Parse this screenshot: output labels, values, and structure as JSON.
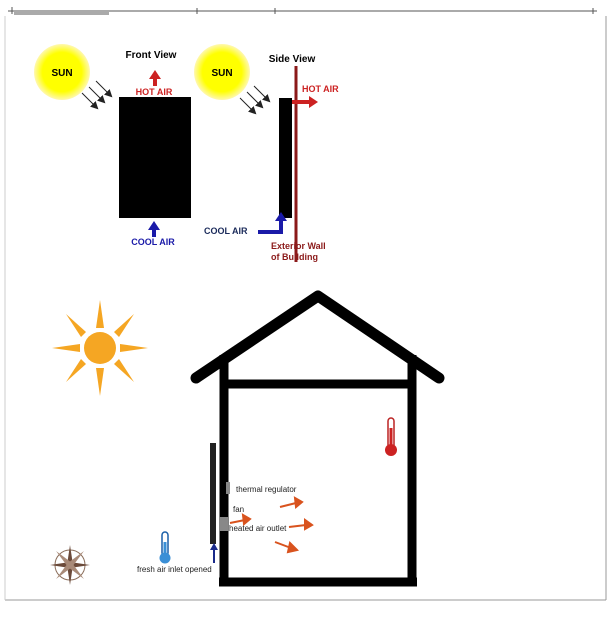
{
  "top_panel": {
    "sun_label": "SUN",
    "front_title": "Front View",
    "side_title": "Side View",
    "hot_air": "HOT AIR",
    "cool_air": "COOL AIR",
    "exterior_wall_line1": "Exterior Wall",
    "exterior_wall_line2": "of Building"
  },
  "house_panel": {
    "thermal_regulator": "thermal regulator",
    "fan": "fan",
    "heated_air_outlet": "heated air outlet",
    "fresh_air_inlet": "fresh air inlet opened"
  },
  "colors": {
    "sun_fill": "#ffff00",
    "sun_glow": "#fff3a0",
    "hot_red": "#cc2222",
    "cool_blue": "#1a1aa8",
    "wall_brown": "#8b1a1a",
    "outlet_arrow": "#d9531e",
    "thermometer_red": "#cc2222",
    "thermometer_blue": "#3a8fd6",
    "sun_icon_orange": "#f5a623"
  },
  "icons": {
    "sun_rays": "sun-icon",
    "compass": "compass-rose-icon",
    "thermometer_hot": "thermometer-hot-icon",
    "thermometer_cold": "thermometer-cold-icon"
  }
}
